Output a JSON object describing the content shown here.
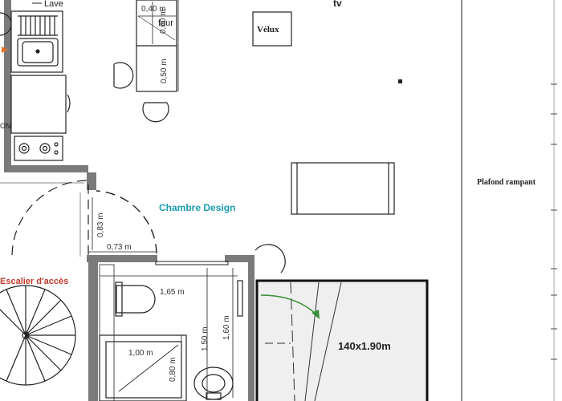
{
  "labels": {
    "lave": "Lave",
    "tv": "tv",
    "velux": "Vélux",
    "four": "four",
    "plafond_rampant": "Plafond rampant",
    "chambre_design": "Chambre Design",
    "escalier": "Escalier d'accès",
    "bed": "140x1.90m",
    "on": "ON"
  },
  "dimensions": {
    "d040": "0,40 m",
    "d060": "0,60 m",
    "d050": "0,50 m",
    "d083": "0,83 m",
    "d073": "0,73 m",
    "d165": "1,65 m",
    "d150": "1,50 m",
    "d160": "1,60 m",
    "d100": "1,00 m",
    "d080": "0,80 m"
  },
  "colors": {
    "wall": "#7a7a7a",
    "line": "#222222",
    "chambre": "#1a9bb0",
    "escalier": "#c0392b",
    "arrow": "#3a8f3a",
    "stove_accent": "#e07020"
  }
}
